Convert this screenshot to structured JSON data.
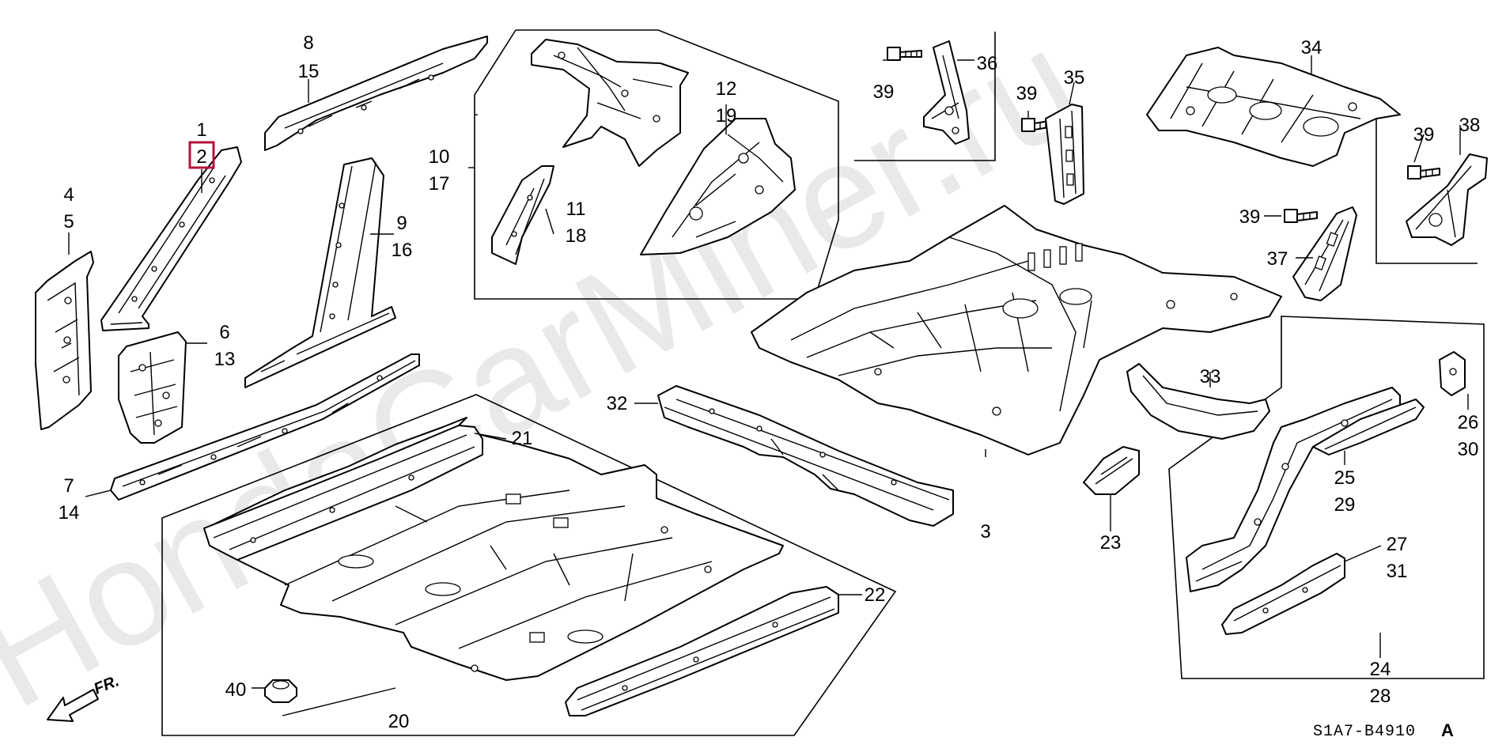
{
  "watermark": "HondaCarMiner.ru",
  "diagram_code": "S1A7-B4910",
  "diagram_code_suffix": "A",
  "front_indicator": "FR.",
  "highlighted_label": "2",
  "labels": {
    "l1": "1",
    "l2": "2",
    "l3": "3",
    "l4": "4",
    "l5": "5",
    "l6": "6",
    "l7": "7",
    "l8": "8",
    "l9": "9",
    "l10": "10",
    "l11": "11",
    "l12": "12",
    "l13": "13",
    "l14": "14",
    "l15": "15",
    "l16": "16",
    "l17": "17",
    "l18": "18",
    "l19": "19",
    "l20": "20",
    "l21": "21",
    "l22": "22",
    "l23": "23",
    "l24": "24",
    "l25": "25",
    "l26": "26",
    "l27": "27",
    "l28": "28",
    "l29": "29",
    "l30": "30",
    "l31": "31",
    "l32": "32",
    "l33": "33",
    "l34": "34",
    "l35": "35",
    "l36": "36",
    "l37": "37",
    "l38": "38",
    "l39a": "39",
    "l39b": "39",
    "l39c": "39",
    "l39d": "39",
    "l40": "40"
  }
}
